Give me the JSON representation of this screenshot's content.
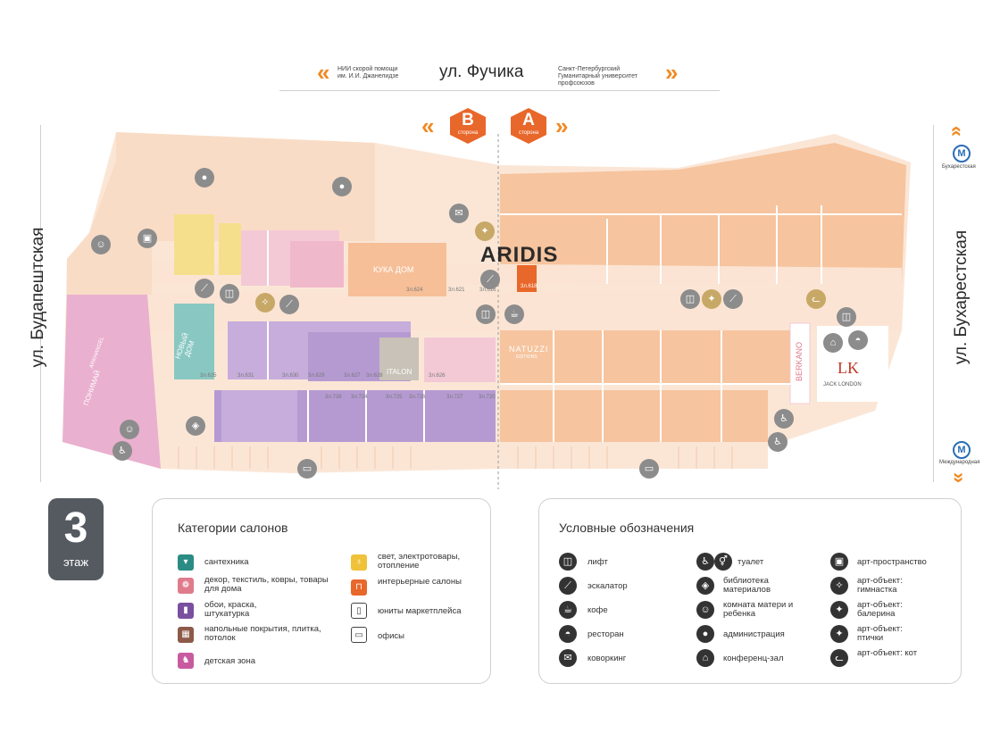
{
  "streets": {
    "top": "ул. Фучика",
    "left": "ул. Будапештская",
    "right": "ул. Бухарестская"
  },
  "top_notes": {
    "left": "НИИ скорой помощи им. И.И. Джанелидзе",
    "right": "Санкт-Петербургский Гуманитарный университет профсоюзов"
  },
  "sides": [
    {
      "letter": "В",
      "word": "сторона"
    },
    {
      "letter": "А",
      "word": "сторона"
    }
  ],
  "metro": {
    "top": "Бухарестская",
    "bottom": "Международная"
  },
  "floor": {
    "number": "3",
    "word": "этаж"
  },
  "brands": {
    "aridis": "ARIDIS",
    "kuka": "КУКА ДОМ",
    "natuzzi": "NATUZZI",
    "natuzzi_sub": "EDITIONS",
    "italon": "ITALON",
    "berkano": "BERKANO",
    "jacklondon": "JACK LONDON",
    "noviydom": "НОВЫЙ ДОМ",
    "lk": "LK",
    "pink1": "ARKHANGEL",
    "pink2": "ПОНИМАЙ"
  },
  "store_numbers": [
    "3л.618",
    "3л.624",
    "3л.621",
    "3л.616",
    "3л.631",
    "3л.630",
    "3л.629",
    "3л.628",
    "3л.627",
    "3л.626",
    "3л.635",
    "3л.720",
    "3л.724",
    "3л.725",
    "3л.726",
    "3л.727",
    "3л.728"
  ],
  "categories": {
    "title": "Категории салонов",
    "items": [
      {
        "label": "сантехника",
        "icon": "sink-icon",
        "color": "#2a8c84"
      },
      {
        "label": "декор, текстиль, ковры, товары для дома",
        "icon": "decor-icon",
        "color": "#e07b8c"
      },
      {
        "label": "обои, краска, штукатурка",
        "icon": "paint-roller-icon",
        "color": "#7a4fa0"
      },
      {
        "label": "напольные покрытия, плитка, потолок",
        "icon": "tiles-icon",
        "color": "#8c5a48"
      },
      {
        "label": "детская зона",
        "icon": "rocking-horse-icon",
        "color": "#c85ba0"
      },
      {
        "label": "свет, электротовары, отопление",
        "icon": "lamp-icon",
        "color": "#f0c23a"
      },
      {
        "label": "интерьерные салоны",
        "icon": "armchair-icon",
        "color": "#e8672a"
      },
      {
        "label": "юниты маркетплейса",
        "icon": "phone-icon",
        "color": "#ffffff"
      },
      {
        "label": "офисы",
        "icon": "monitor-icon",
        "color": "#ffffff"
      }
    ]
  },
  "legend": {
    "title": "Условные обозначения",
    "items": [
      {
        "label": "лифт",
        "icon": "elevator-icon"
      },
      {
        "label": "эскалатор",
        "icon": "escalator-icon"
      },
      {
        "label": "кофе",
        "icon": "coffee-icon"
      },
      {
        "label": "ресторан",
        "icon": "cloche-icon"
      },
      {
        "label": "коворкинг",
        "icon": "chat-icon"
      },
      {
        "label": "туалет",
        "icon": "toilet-icon"
      },
      {
        "label": "библиотека материалов",
        "icon": "library-icon"
      },
      {
        "label": "комната матери и ребенка",
        "icon": "mother-child-icon"
      },
      {
        "label": "администрация",
        "icon": "admin-icon"
      },
      {
        "label": "конференц-зал",
        "icon": "conference-icon"
      },
      {
        "label": "арт-пространство",
        "icon": "art-space-icon"
      },
      {
        "label": "арт-объект: гимнастка",
        "icon": "gymnast-icon"
      },
      {
        "label": "арт-объект: балерина",
        "icon": "ballerina-icon"
      },
      {
        "label": "арт-объект: птички",
        "icon": "bird-icon"
      },
      {
        "label": "арт-объект: кот",
        "icon": "cat-icon"
      }
    ]
  }
}
